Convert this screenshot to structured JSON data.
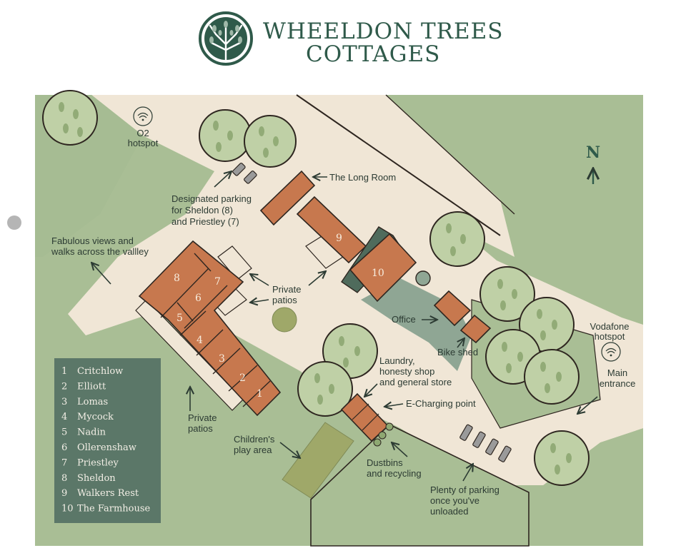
{
  "header": {
    "title_line1": "WHEELDON TREES",
    "title_line2": "COTTAGES"
  },
  "colors": {
    "grass": "#a9be95",
    "path": "#f0e6d6",
    "building": "#c7784e",
    "tree_outer": "#7f9a62",
    "tree_inner": "#bfd0a6",
    "legend_bg": "#5b7768",
    "brand": "#2f5a4a"
  },
  "compass": {
    "letter": "N"
  },
  "labels": {
    "o2": [
      "O2",
      "hotspot"
    ],
    "long_room": "The Long Room",
    "parking_designated": [
      "Designated parking",
      "for Sheldon (8)",
      "and Priestley (7)"
    ],
    "views": [
      "Fabulous views and",
      "walks across the vallley"
    ],
    "private_patios_top": [
      "Private",
      "patios"
    ],
    "private_patios_bottom": [
      "Private",
      "patios"
    ],
    "office": "Office",
    "bike_shed": "Bike shed",
    "vodafone": [
      "Vodafone",
      "hotspot"
    ],
    "main_entrance": [
      "Main",
      "entrance"
    ],
    "laundry": [
      "Laundry,",
      "honesty shop",
      "and general store"
    ],
    "echarging": "E-Charging point",
    "play_area": [
      "Children's",
      "play area"
    ],
    "dustbins": [
      "Dustbins",
      "and recycling"
    ],
    "parking": [
      "Plenty of parking",
      "once you've",
      "unloaded"
    ]
  },
  "building_numbers": [
    "1",
    "2",
    "3",
    "4",
    "5",
    "6",
    "7",
    "8",
    "9",
    "10"
  ],
  "legend": [
    {
      "num": "1",
      "name": "Critchlow"
    },
    {
      "num": "2",
      "name": "Elliott"
    },
    {
      "num": "3",
      "name": "Lomas"
    },
    {
      "num": "4",
      "name": "Mycock"
    },
    {
      "num": "5",
      "name": "Nadin"
    },
    {
      "num": "6",
      "name": "Ollerenshaw"
    },
    {
      "num": "7",
      "name": "Priestley"
    },
    {
      "num": "8",
      "name": "Sheldon"
    },
    {
      "num": "9",
      "name": "Walkers Rest"
    },
    {
      "num": "10",
      "name": "The Farmhouse"
    }
  ]
}
